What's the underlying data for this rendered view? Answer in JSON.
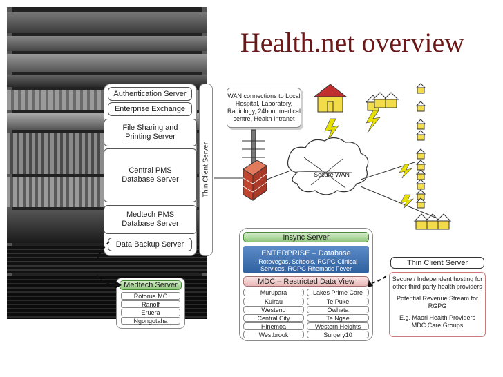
{
  "title": "Health.net overview",
  "server_stack": [
    "Authentication Server",
    "Enterprise Exchange",
    "File Sharing and Printing Server",
    "Central PMS Database Server",
    "Medtech PMS Database Server",
    "Data Backup Server"
  ],
  "thin_client_vertical": "Thin Client Server",
  "wan_note": "WAN connections to Local Hospital, Laboratory, Radiology, 24hour medical centre, Health Intranet",
  "cloud_label": "Secure WAN",
  "insync": {
    "header": "Insync Server",
    "enterprise_title": "ENTERPRISE – Database",
    "enterprise_desc": "- Rotovegas, Schools, RGPG Clinical Services, RGPG Rhematic Fever",
    "mdc_title": "MDC – Restricted Data View",
    "practices": [
      [
        "Murupara",
        "Lakes Prime Care"
      ],
      [
        "Kuirau",
        "Te Puke"
      ],
      [
        "Westend",
        "Owhata"
      ],
      [
        "Central City",
        "Te Ngae"
      ],
      [
        "Hinemoa",
        "Western Heights"
      ],
      [
        "Westbrook",
        "Surgery10"
      ]
    ]
  },
  "medtech": {
    "title": "Medtech Server",
    "items": [
      "Rotorua MC",
      "Ranolf",
      "Eruera",
      "Ngongotaha"
    ]
  },
  "thin_client_box": {
    "title": "Thin Client Server",
    "line1": "Secure / Independent hosting for other third party health providers",
    "line2": "Potential Revenue Stream for RGPG",
    "line3": "E.g. Maori Health Providers MDC Care Groups"
  },
  "colors": {
    "title": "#6b1818",
    "house_body": "#f3dc4a",
    "house_roof": "#c03030",
    "firewall": "#c0452e",
    "lightning": "#e8e000",
    "cloud_stroke": "#333333"
  },
  "icons": [
    "house-icon",
    "firewall-icon",
    "cloud-icon",
    "lightning-icon",
    "server-tower-icon",
    "server-rack-photo"
  ]
}
